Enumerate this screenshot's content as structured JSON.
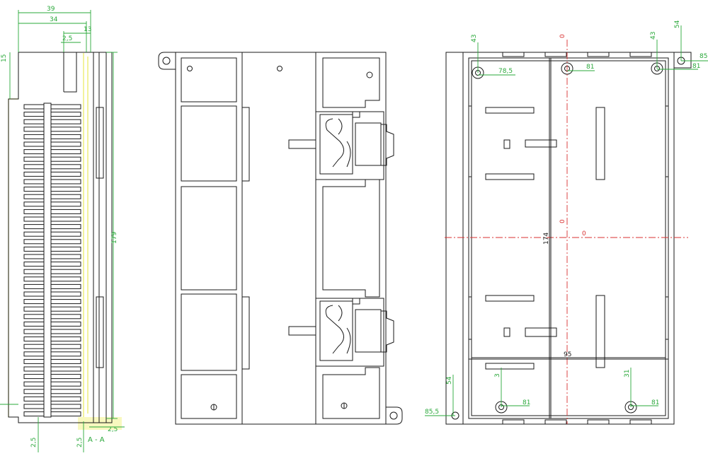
{
  "left_view": {
    "dims": {
      "d39": "39",
      "d34": "34",
      "d13": "13",
      "d2_5a": "2,5",
      "d179": "179",
      "d15": "15",
      "d2_5b": "2,5",
      "d2_5c": "2,5",
      "d2_5d": "2,5"
    },
    "section_label": "A - A"
  },
  "right_view": {
    "dims": {
      "d43a": "43",
      "d78_5": "78,5",
      "d0a": "0",
      "d81a": "81",
      "d43b": "43",
      "d54a": "54",
      "d85a": "85",
      "d81b": "81",
      "d0b": "0",
      "d0c": "0",
      "d174": "174",
      "d95": "95",
      "d31a": "3",
      "d81c": "81",
      "d31b": "31",
      "d81d": "81",
      "d54b": "54",
      "d85_5": "85,5"
    }
  },
  "colors": {
    "outline": "#1a1a1a",
    "dimension": "#2aa83a",
    "centerline": "#d83030",
    "highlight": "#e8e85a"
  }
}
